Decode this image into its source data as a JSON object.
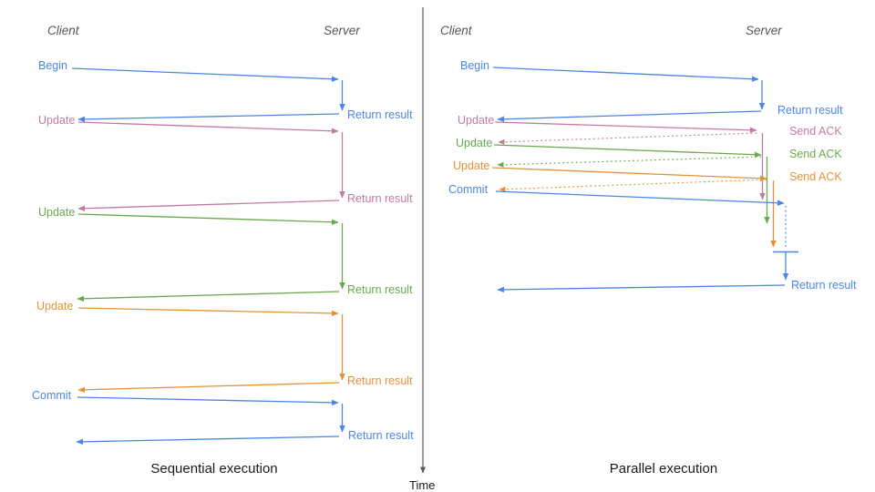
{
  "colors": {
    "blue": "#4a86e8",
    "pink": "#c27ba0",
    "green": "#6aa84f",
    "orange": "#e69138",
    "axis_gray": "#595959",
    "actor_gray": "#555555",
    "title_black": "#1a1a1a"
  },
  "time_axis": {
    "label": "Time"
  },
  "left_panel": {
    "caption": "Sequential execution",
    "client_label": "Client",
    "server_label": "Server",
    "messages": [
      {
        "request": "Begin",
        "response": "Return result",
        "color": "#4a86e8"
      },
      {
        "request": "Update",
        "response": "Return result",
        "color": "#c27ba0"
      },
      {
        "request": "Update",
        "response": "Return result",
        "color": "#6aa84f"
      },
      {
        "request": "Update",
        "response": "Return result",
        "color": "#e69138"
      },
      {
        "request": "Commit",
        "response": "Return result",
        "color": "#4a86e8"
      }
    ]
  },
  "right_panel": {
    "caption": "Parallel execution",
    "client_label": "Client",
    "server_label": "Server",
    "messages": [
      {
        "request": "Begin",
        "response": "Return result",
        "color": "#4a86e8"
      },
      {
        "request": "Update",
        "response": "Send ACK",
        "color": "#c27ba0"
      },
      {
        "request": "Update",
        "response": "Send ACK",
        "color": "#6aa84f"
      },
      {
        "request": "Update",
        "response": "Send ACK",
        "color": "#e69138"
      },
      {
        "request": "Commit",
        "response": "Return result",
        "color": "#4a86e8"
      }
    ]
  }
}
